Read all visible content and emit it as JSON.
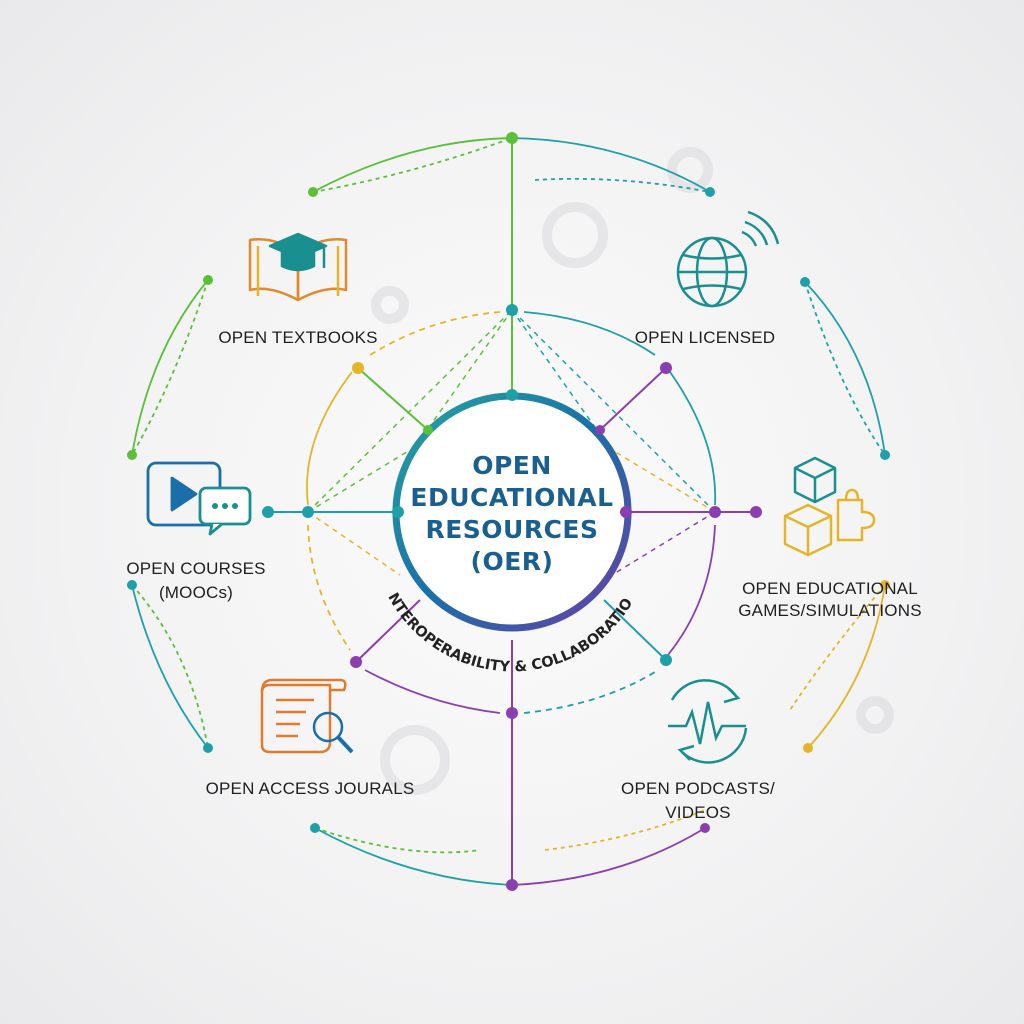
{
  "center": {
    "title_lines": [
      "OPEN",
      "EDUCATIONAL",
      "RESOURCES",
      "(OER)"
    ],
    "subtitle": "INTEROPERABILITY & COLLABORATION"
  },
  "nodes": [
    {
      "id": "textbooks",
      "label_lines": [
        "OPEN TEXTBOOKS"
      ],
      "icon": "open-book-graduation-cap-icon",
      "color": "#e08a2e"
    },
    {
      "id": "licensed",
      "label_lines": [
        "OPEN LICENSED"
      ],
      "icon": "globe-wifi-icon",
      "color": "#1a8f8f"
    },
    {
      "id": "courses",
      "label_lines": [
        "OPEN COURSES",
        "(MOOCs)"
      ],
      "icon": "video-chat-icon",
      "color": "#1a6fa8"
    },
    {
      "id": "games",
      "label_lines": [
        "OPEN EDUCATIONAL",
        "GAMES/SIMULATIONS"
      ],
      "icon": "cubes-puzzle-icon",
      "color": "#e0b82e"
    },
    {
      "id": "journals",
      "label_lines": [
        "OPEN ACCESS JOURALS"
      ],
      "icon": "scroll-magnifier-icon",
      "color": "#e07a2e"
    },
    {
      "id": "podcasts",
      "label_lines": [
        "OPEN PODCASTS/",
        "VIDEOS"
      ],
      "icon": "waveform-refresh-icon",
      "color": "#1a8f8f"
    }
  ],
  "colors": {
    "green": "#5cbf3a",
    "teal": "#1fa0a8",
    "purple": "#8a3fb0",
    "yellow": "#e3b62a",
    "blue": "#1a5f8f"
  }
}
